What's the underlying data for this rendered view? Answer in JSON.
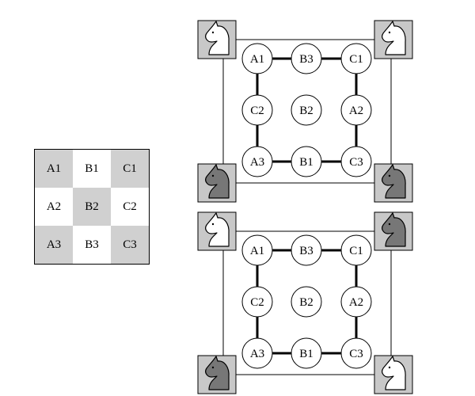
{
  "board": {
    "cells": [
      {
        "label": "A1",
        "shade": "dark"
      },
      {
        "label": "B1",
        "shade": "light"
      },
      {
        "label": "C1",
        "shade": "dark"
      },
      {
        "label": "A2",
        "shade": "light"
      },
      {
        "label": "B2",
        "shade": "dark"
      },
      {
        "label": "C2",
        "shade": "light"
      },
      {
        "label": "A3",
        "shade": "dark"
      },
      {
        "label": "B3",
        "shade": "light"
      },
      {
        "label": "C3",
        "shade": "dark"
      }
    ]
  },
  "colors": {
    "dark_square": "#d0d0d0",
    "knight_white": "#ffffff",
    "knight_black": "#777777",
    "knight_tile": "#c8c8c8",
    "line": "#000000"
  },
  "graphs": [
    {
      "nodes": [
        "A1",
        "B3",
        "C1",
        "C2",
        "B2",
        "A2",
        "A3",
        "B1",
        "C3"
      ],
      "knights": {
        "top_left": "white",
        "top_right": "white",
        "bottom_left": "black",
        "bottom_right": "black"
      }
    },
    {
      "nodes": [
        "A1",
        "B3",
        "C1",
        "C2",
        "B2",
        "A2",
        "A3",
        "B1",
        "C3"
      ],
      "knights": {
        "top_left": "white",
        "top_right": "black",
        "bottom_left": "black",
        "bottom_right": "white"
      }
    }
  ]
}
